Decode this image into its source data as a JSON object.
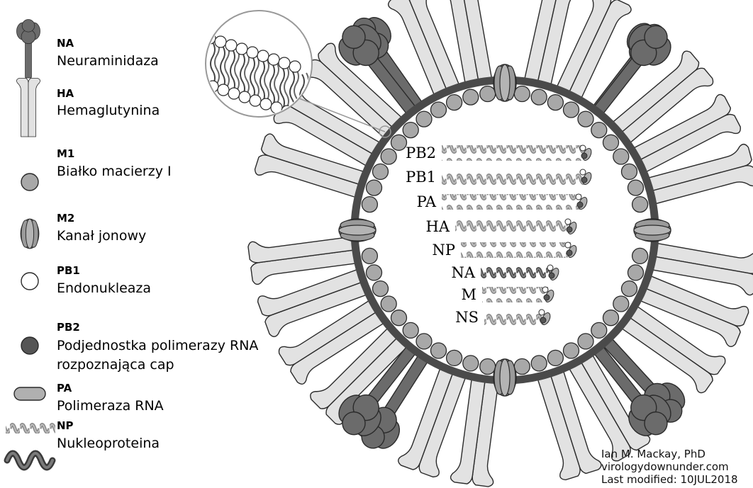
{
  "legend": [
    {
      "key": "na",
      "abbr": "NA",
      "name": "Neuraminidaza",
      "icon": "neuraminidase-icon"
    },
    {
      "key": "ha",
      "abbr": "HA",
      "name": "Hemaglutynina",
      "icon": "hemagglutinin-icon"
    },
    {
      "key": "m1",
      "abbr": "M1",
      "name": "Białko macierzy I",
      "icon": "matrix-protein-icon"
    },
    {
      "key": "m2",
      "abbr": "M2",
      "name": "Kanał jonowy",
      "icon": "ion-channel-icon"
    },
    {
      "key": "pb1",
      "abbr": "PB1",
      "name": "Endonukleaza",
      "icon": "endonuclease-icon"
    },
    {
      "key": "pb2",
      "abbr": "PB2",
      "name": "Podjednostka polimerazy RNA",
      "name2": "rozpoznająca cap",
      "icon": "cap-binding-subunit-icon"
    },
    {
      "key": "pa",
      "abbr": "PA",
      "name": "Polimeraza RNA",
      "icon": "rna-polymerase-icon"
    },
    {
      "key": "np",
      "abbr": "NP",
      "name": "Nukleoproteina",
      "icon": "nucleoprotein-icon"
    }
  ],
  "segments": [
    "PB2",
    "PB1",
    "PA",
    "HA",
    "NP",
    "NA",
    "M",
    "NS"
  ],
  "credit": {
    "author": "Ian M. Mackay, PhD",
    "site": "virologydownunder.com",
    "modified": "Last modified: 10JUL2018"
  },
  "colors": {
    "ha_fill": "#e2e2e2",
    "na_fill": "#6b6b6b",
    "m1_fill": "#a8a8a8",
    "envelope": "#4a4a4a",
    "m2_fill": "#9a9a9a",
    "pb1_fill": "#ffffff",
    "pb2_fill": "#555555",
    "pa_fill": "#b0b0b0",
    "np_light": "#a0a0a0",
    "np_dark": "#6a6a6a"
  }
}
